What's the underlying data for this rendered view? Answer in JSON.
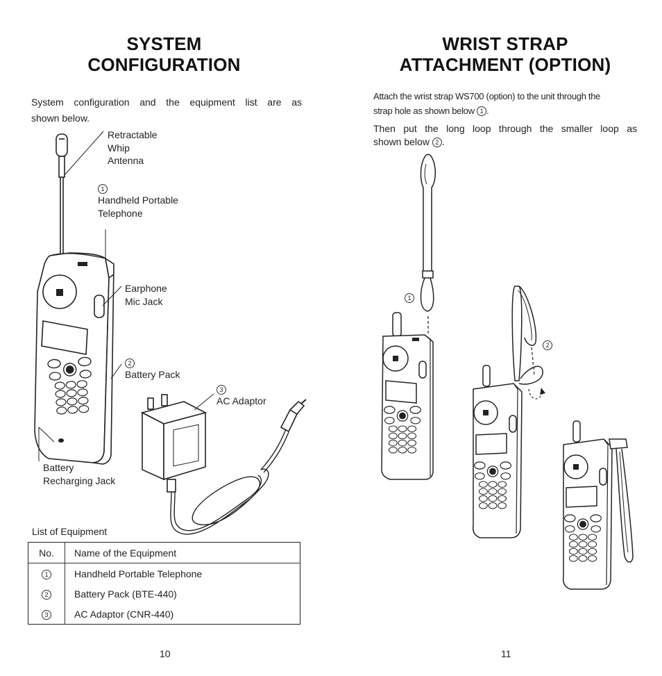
{
  "left_page": {
    "title_lines": [
      "SYSTEM",
      "CONFIGURATION"
    ],
    "intro_lines": [
      "System configuration and the equipment list are as",
      "shown below."
    ],
    "callouts": {
      "antenna": [
        "Retractable",
        "Whip",
        "Antenna"
      ],
      "telephone_num": "1",
      "telephone": [
        "Handheld Portable",
        "Telephone"
      ],
      "earphone": [
        "Earphone",
        "Mic Jack"
      ],
      "battery_num": "2",
      "battery": "Battery Pack",
      "adaptor_num": "3",
      "adaptor": "AC Adaptor",
      "recharging": [
        "Battery",
        "Recharging Jack"
      ]
    },
    "list_caption": "List of Equipment",
    "table": {
      "headers": [
        "No.",
        "Name of the Equipment"
      ],
      "rows": [
        {
          "no": "1",
          "name": "Handheld Portable Telephone"
        },
        {
          "no": "2",
          "name": "Battery Pack (BTE-440)"
        },
        {
          "no": "3",
          "name": "AC Adaptor (CNR-440)"
        }
      ]
    },
    "page_number": "10"
  },
  "right_page": {
    "title_lines": [
      "WRIST STRAP",
      "ATTACHMENT (OPTION)"
    ],
    "para1_lines": [
      "Attach the wrist strap WS700 (option) to the unit through the",
      "strap hole as shown below"
    ],
    "para1_ref": "1",
    "para2_lines": [
      "Then put the long loop through the smaller loop as",
      "shown below"
    ],
    "para2_ref": "2",
    "step1_num": "1",
    "step2_num": "2",
    "page_number": "11"
  }
}
